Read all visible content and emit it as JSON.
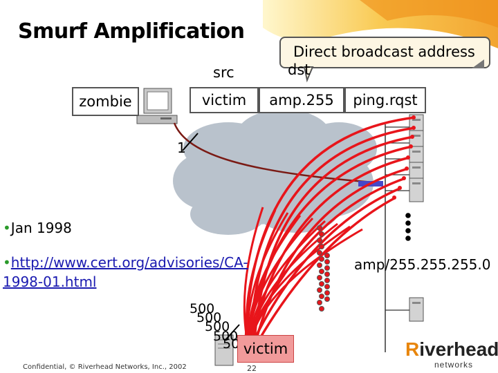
{
  "title": "Smurf Amplification",
  "callout": {
    "line1": "Direct broadcast address",
    "line2": "dst"
  },
  "header_label": "src",
  "nodes": {
    "zombie": "zombie"
  },
  "packet": {
    "src": "victim",
    "dst": "amp.255",
    "type": "ping.rqst"
  },
  "step_label": "1",
  "bullets": [
    {
      "marker": "•",
      "text": "Jan 1998"
    },
    {
      "marker": "•",
      "text": "http://www.cert.org/advisories/CA-1998-01.html"
    }
  ],
  "amp_address": "amp/255.255.255.0",
  "reply_counts": [
    "500",
    "500",
    "500",
    "500",
    "500"
  ],
  "victim_label": "victim",
  "footer": "Confidential, © Riverhead Networks, Inc., 2002",
  "page_number": "22",
  "logo": {
    "r": "R",
    "rest": "iverhead",
    "sub": "networks"
  },
  "colors": {
    "reply_arrows": "#e8151b",
    "zombie_link": "#7a1a14",
    "cloud": "#b9c2cc",
    "accent": "#e8850c"
  }
}
